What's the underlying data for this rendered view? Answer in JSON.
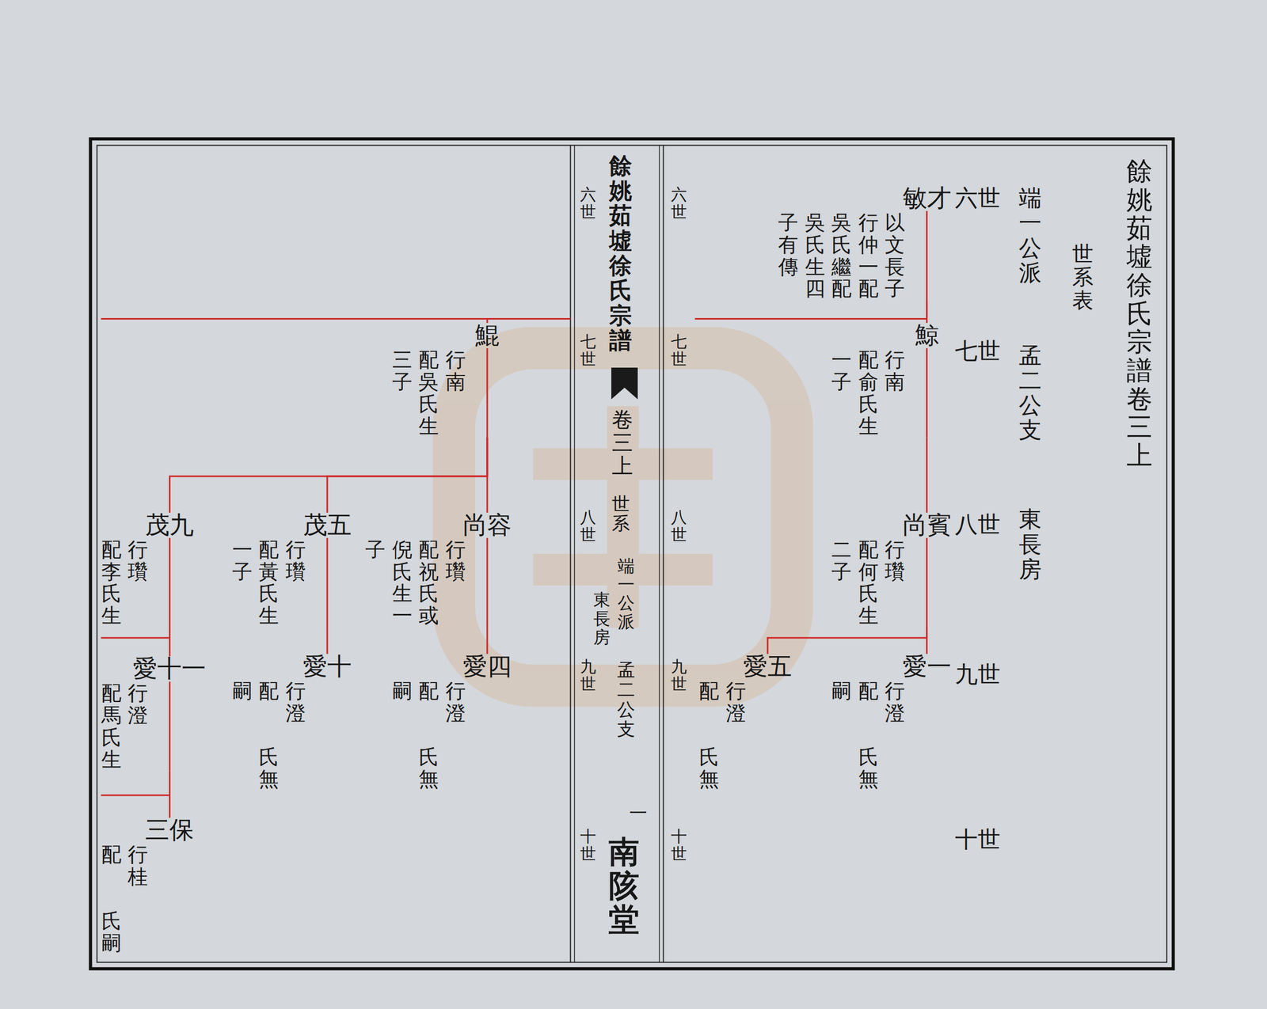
{
  "diagram": {
    "title": "餘姚茹墟徐氏宗譜卷三上",
    "nodes": [
      {
        "text": [
          "敏才",
          "以文長子 行仲一配 吳氏繼配 吳氏生四 子有傳"
        ]
      },
      {
        "text": [
          "鯨",
          "行南 配俞氏生 一子"
        ]
      },
      {
        "text": [
          "尚賓",
          "行瓚 配何氏生 二子"
        ]
      },
      {
        "text": [
          "愛一",
          "行澄 配　　氏無 嗣"
        ]
      },
      {
        "text": [
          "愛五",
          "行澄 配　　氏無"
        ]
      },
      {
        "text": [
          "鯤",
          "行南 配吳氏生 三子"
        ]
      },
      {
        "text": [
          "尚容",
          "行瓚 配祝氏或 倪氏生一 子"
        ]
      },
      {
        "text": [
          "茂五",
          "行瓚 配黃氏生 一子"
        ]
      },
      {
        "text": [
          "茂九",
          "行瓚 配李氏生"
        ]
      },
      {
        "text": [
          "愛四",
          "行澄 配　　氏無 嗣"
        ]
      },
      {
        "text": [
          "愛十",
          "行澄 配　　氏無 嗣"
        ]
      },
      {
        "text": [
          "愛十一",
          "行澄 配馬氏生"
        ]
      },
      {
        "text": [
          "三保",
          "行桂 配　　氏嗣"
        ]
      }
    ],
    "edges": [
      {
        "from": 0,
        "to": 1,
        "arrow": "none"
      },
      {
        "from": 0,
        "to": 5,
        "arrow": "none"
      },
      {
        "from": 1,
        "to": 2,
        "arrow": "none"
      },
      {
        "from": 2,
        "to": 3,
        "arrow": "none"
      },
      {
        "from": 2,
        "to": 4,
        "arrow": "none"
      },
      {
        "from": 5,
        "to": 6,
        "arrow": "none"
      },
      {
        "from": 5,
        "to": 7,
        "arrow": "none"
      },
      {
        "from": 5,
        "to": 8,
        "arrow": "none"
      },
      {
        "from": 6,
        "to": 9,
        "arrow": "none"
      },
      {
        "from": 7,
        "to": 10,
        "arrow": "none"
      },
      {
        "from": 8,
        "to": 11,
        "arrow": "none"
      },
      {
        "from": 11,
        "to": 12,
        "arrow": "none"
      }
    ],
    "labels": [
      "世系表",
      "端一公派",
      "孟二公支",
      "東長房",
      "六世",
      "七世",
      "八世",
      "九世",
      "十世",
      "餘姚茹墟徐氏宗譜",
      "卷三上",
      "世系",
      "端一公派",
      "東長房",
      "孟二公支",
      "一",
      "南陔堂",
      "六世",
      "七世",
      "八世",
      "九世",
      "十世",
      "六世",
      "七世",
      "八世",
      "九世",
      "十世"
    ]
  }
}
